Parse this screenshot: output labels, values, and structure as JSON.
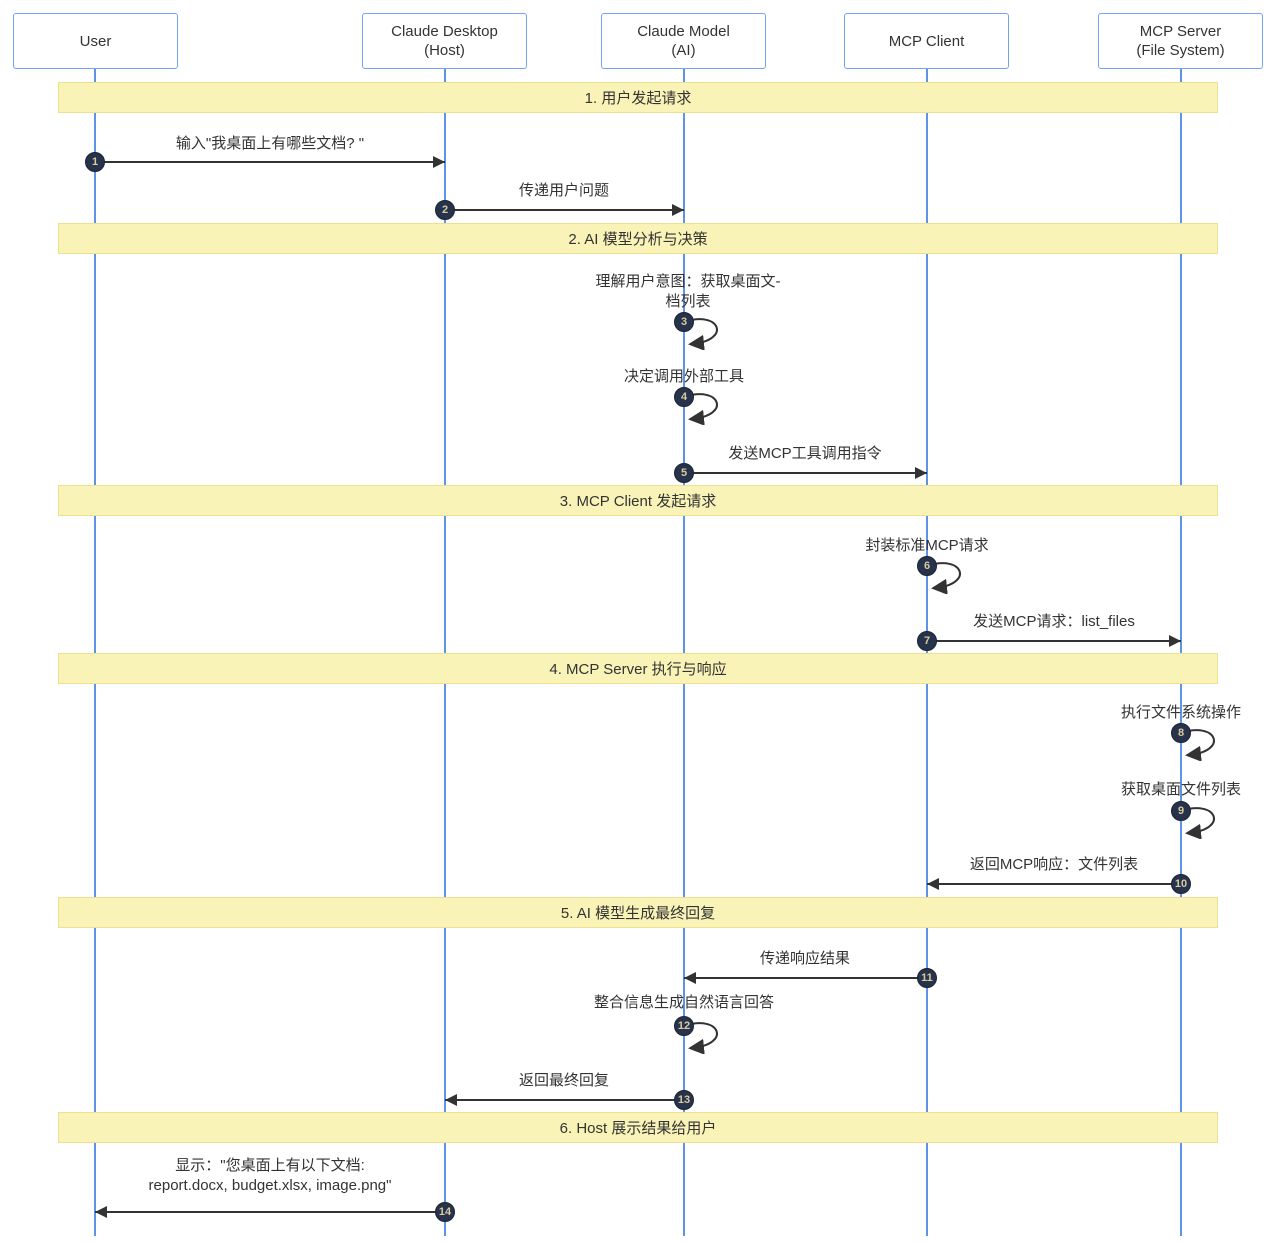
{
  "diagram": {
    "participants": [
      {
        "line1": "User",
        "line2": ""
      },
      {
        "line1": "Claude Desktop",
        "line2": "(Host)"
      },
      {
        "line1": "Claude Model",
        "line2": "(AI)"
      },
      {
        "line1": "MCP Client",
        "line2": ""
      },
      {
        "line1": "MCP Server",
        "line2": "(File System)"
      }
    ],
    "bands": [
      {
        "label": "1. 用户发起请求"
      },
      {
        "label": "2. AI 模型分析与决策"
      },
      {
        "label": "3. MCP Client 发起请求"
      },
      {
        "label": "4. MCP Server 执行与响应"
      },
      {
        "label": "5. AI 模型生成最终回复"
      },
      {
        "label": "6. Host 展示结果给用户"
      }
    ],
    "messages": [
      {
        "num": "1",
        "label": "输入\"我桌面上有哪些文档? \""
      },
      {
        "num": "2",
        "label": "传递用户问题"
      },
      {
        "num": "3",
        "label": "理解用户意图：获取桌面文-",
        "label2": "档列表"
      },
      {
        "num": "4",
        "label": "决定调用外部工具"
      },
      {
        "num": "5",
        "label": "发送MCP工具调用指令"
      },
      {
        "num": "6",
        "label": "封装标准MCP请求"
      },
      {
        "num": "7",
        "label": "发送MCP请求：list_files"
      },
      {
        "num": "8",
        "label": "执行文件系统操作"
      },
      {
        "num": "9",
        "label": "获取桌面文件列表"
      },
      {
        "num": "10",
        "label": "返回MCP响应：文件列表"
      },
      {
        "num": "11",
        "label": "传递响应结果"
      },
      {
        "num": "12",
        "label": "整合信息生成自然语言回答"
      },
      {
        "num": "13",
        "label": "返回最终回复"
      },
      {
        "num": "14",
        "label": "显示：\"您桌面上有以下文档:",
        "label2": "report.docx, budget.xlsx, image.png\""
      }
    ],
    "colors": {
      "lifeline": "#5E94E8",
      "box_border": "#74A3F3",
      "band_bg": "#FAF3B8",
      "band_border": "#EDE18F",
      "arrow": "#333333",
      "number_bg": "#27334A",
      "number_text": "#D9C9A0",
      "text": "#333333"
    }
  }
}
